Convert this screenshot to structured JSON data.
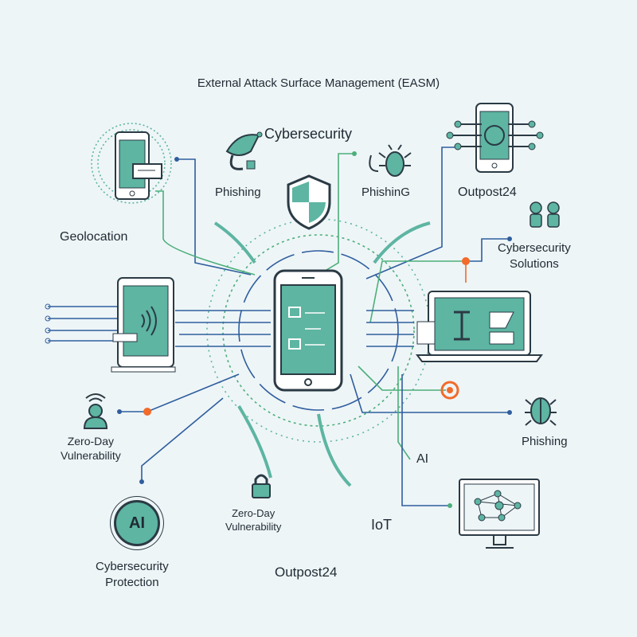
{
  "title": "External Attack Surface Management (EASM)",
  "labels": {
    "cybersecurity_top": "Cybersecurity",
    "phishing_left": "Phishing",
    "phishing_mid": "PhishinG",
    "outpost_top": "Outpost24",
    "geolocation": "Geolocation",
    "cyber_solutions_1": "Cybersecurity",
    "cyber_solutions_2": "Solutions",
    "zero_day_left_1": "Zero-Day",
    "zero_day_left_2": "Vulnerability",
    "phishing_right": "Phishing",
    "ai_right": "AI",
    "ai_badge": "AI",
    "zero_day_mid_1": "Zero-Day",
    "zero_day_mid_2": "Vulnerability",
    "iot": "IoT",
    "cyber_protection_1": "Cybersecurity",
    "cyber_protection_2": "Protection",
    "outpost_bottom": "Outpost24"
  },
  "colors": {
    "teal": "#5db5a2",
    "outline": "#2b3a44",
    "blue": "#2f5e9e",
    "green": "#4caf7a",
    "orange": "#f26b2a",
    "bg": "#eef5f7"
  }
}
